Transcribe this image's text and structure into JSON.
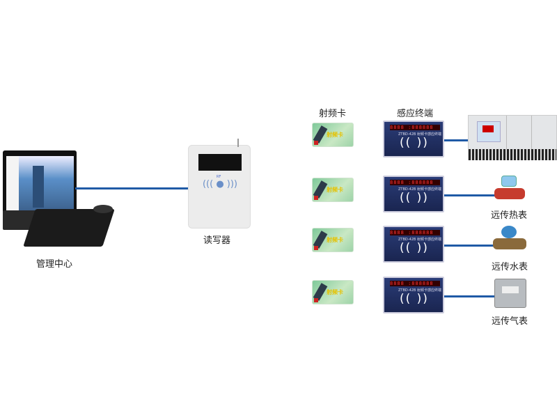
{
  "labels": {
    "management_center": "管理中心",
    "reader": "读写器",
    "rf_card": "射频卡",
    "terminal": "感应终端",
    "heat_meter": "远传热表",
    "water_meter": "远传水表",
    "gas_meter": "远传气表"
  },
  "card_text": "射频卡",
  "terminal_display": "8888 :888888",
  "terminal_model": "ZTBD-42B 射频卡感应终端",
  "reader_mark": "RF",
  "colors": {
    "connector": "#1f5aa6",
    "terminal": "#22306a",
    "display": "#ff3333"
  },
  "rows": [
    {
      "device": "controller-cabinet"
    },
    {
      "device": "heat-meter"
    },
    {
      "device": "water-meter"
    },
    {
      "device": "gas-meter"
    }
  ]
}
